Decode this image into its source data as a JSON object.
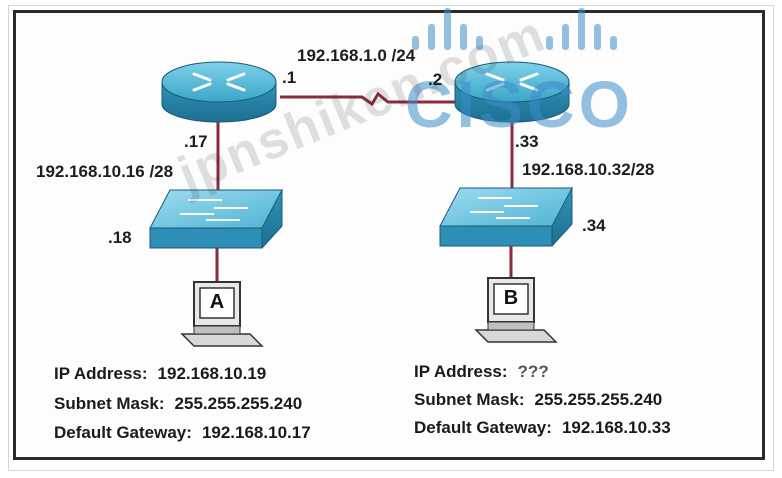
{
  "diagram": {
    "wan_network": "192.168.1.0 /24",
    "router_left_wan_ip": ".1",
    "router_right_wan_ip": ".2",
    "router_left_lan_ip": ".17",
    "router_right_lan_ip": ".33",
    "lan_left_network": "192.168.10.16 /28",
    "lan_right_network": "192.168.10.32/28",
    "switch_left_ip": ".18",
    "switch_right_ip": ".34",
    "pc_a_label": "A",
    "pc_b_label": "B"
  },
  "host_a": {
    "ip_label": "IP Address:",
    "ip_value": "192.168.10.19",
    "mask_label": "Subnet Mask:",
    "mask_value": "255.255.255.240",
    "gateway_label": "Default Gateway:",
    "gateway_value": "192.168.10.17"
  },
  "host_b": {
    "ip_label": "IP Address:",
    "ip_value": "???",
    "mask_label": "Subnet Mask:",
    "mask_value": "255.255.255.240",
    "gateway_label": "Default Gateway:",
    "gateway_value": "192.168.10.33"
  },
  "watermark": {
    "logo": "CISCO",
    "site": "jpnshiken.com"
  },
  "colors": {
    "device_blue": "#3aa6c8",
    "link_red": "#8a2a3a",
    "frame": "#2b2b2b"
  }
}
